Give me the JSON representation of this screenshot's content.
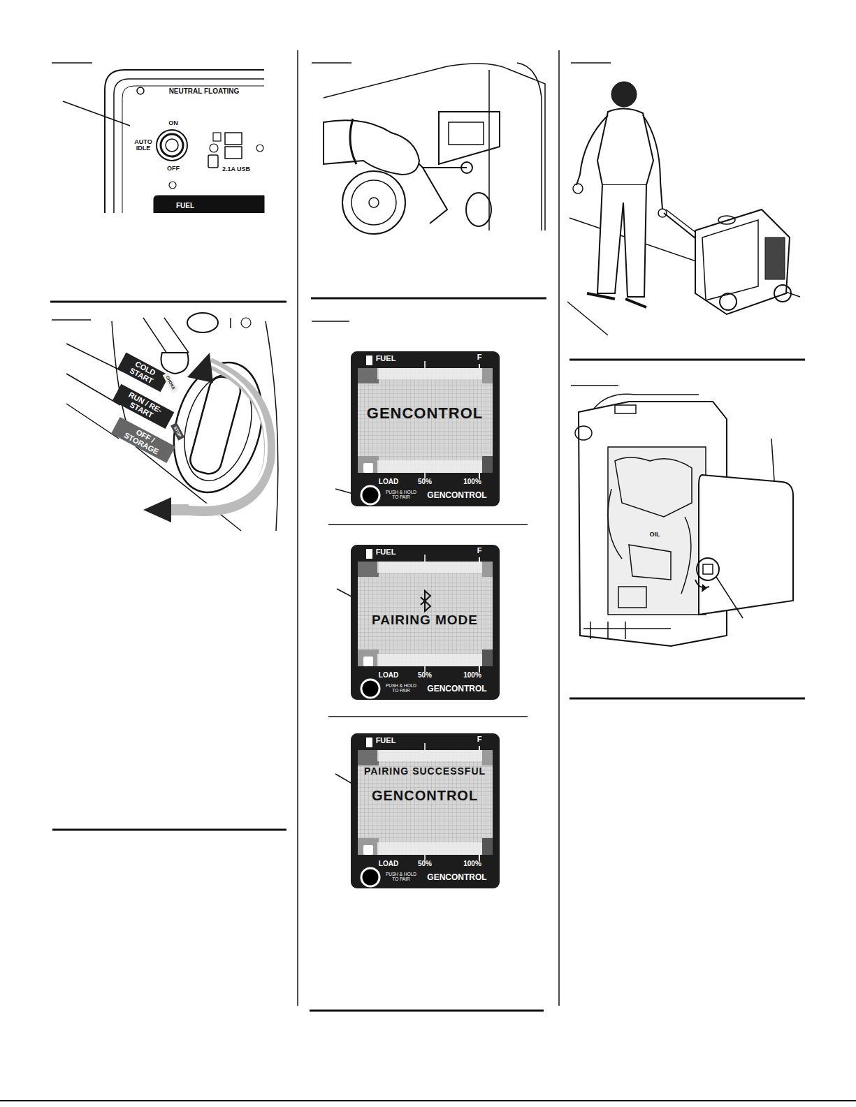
{
  "diagram": {
    "labels": [
      "NEUTRAL FLOATING",
      "ON",
      "AUTO IDLE",
      "OFF",
      "2.1A USB",
      "FUEL",
      "COLD START",
      "RUN / RE-START",
      "CHOKE",
      "OFF / STORAGE",
      "STOP",
      "FUEL",
      "F",
      "GENCONTROL",
      "LOAD",
      "50%",
      "100%",
      "PUSH & HOLD TO PAIR",
      "GENCONTROL",
      "FUEL",
      "F",
      "PAIRING MODE",
      "LOAD",
      "50%",
      "100%",
      "PUSH & HOLD TO PAIR",
      "GENCONTROL",
      "FUEL",
      "F",
      "PAIRING SUCCESSFUL",
      "GENCONTROL",
      "LOAD",
      "50%",
      "100%",
      "PUSH & HOLD TO PAIR",
      "GENCONTROL",
      "OIL"
    ]
  }
}
